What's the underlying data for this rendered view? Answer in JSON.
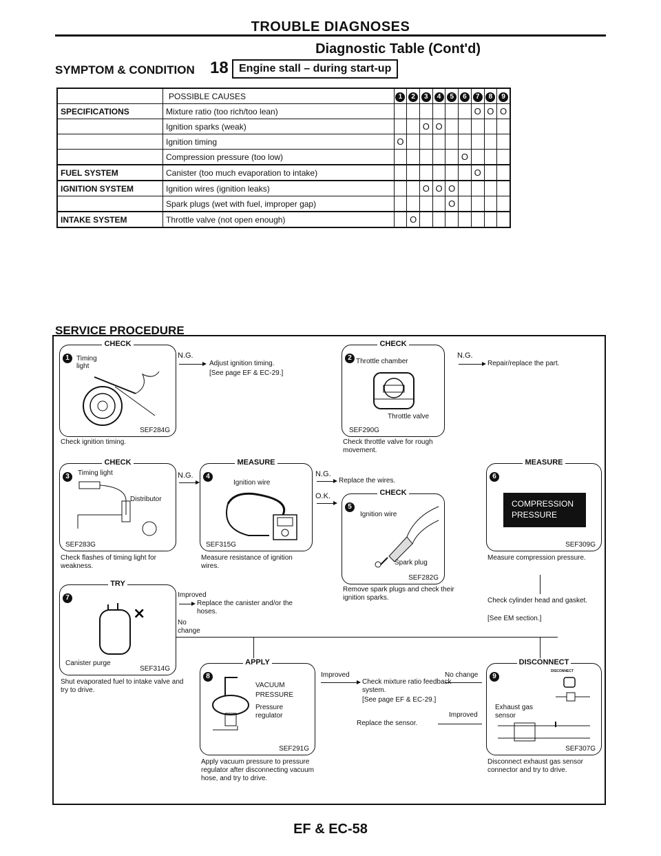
{
  "header": {
    "title": "TROUBLE DIAGNOSES",
    "subtitle": "Diagnostic Table (Cont'd)"
  },
  "symptom": {
    "label": "SYMPTOM & CONDITION",
    "number": "18",
    "name": "Engine stall – during start-up"
  },
  "table": {
    "possible_causes": "POSSIBLE CAUSES",
    "steps": [
      "1",
      "2",
      "3",
      "4",
      "5",
      "6",
      "7",
      "8",
      "9"
    ],
    "rows": [
      {
        "cat": "SPECIFICATIONS",
        "cause": "Mixture ratio (too rich/too lean)",
        "marks": [
          "",
          "",
          "",
          "",
          "",
          "",
          "O",
          "O",
          "O"
        ]
      },
      {
        "cat": "",
        "cause": "Ignition sparks (weak)",
        "marks": [
          "",
          "",
          "O",
          "O",
          "",
          "",
          "",
          "",
          ""
        ]
      },
      {
        "cat": "",
        "cause": "Ignition timing",
        "marks": [
          "O",
          "",
          "",
          "",
          "",
          "",
          "",
          "",
          ""
        ]
      },
      {
        "cat": "",
        "cause": "Compression pressure (too low)",
        "marks": [
          "",
          "",
          "",
          "",
          "",
          "O",
          "",
          "",
          ""
        ]
      },
      {
        "cat": "FUEL SYSTEM",
        "cause": "Canister (too much evaporation to intake)",
        "marks": [
          "",
          "",
          "",
          "",
          "",
          "",
          "O",
          "",
          ""
        ]
      },
      {
        "cat": "IGNITION SYSTEM",
        "cause": "Ignition wires (ignition leaks)",
        "marks": [
          "",
          "",
          "O",
          "O",
          "O",
          "",
          "",
          "",
          ""
        ]
      },
      {
        "cat": "",
        "cause": "Spark plugs (wet with fuel, improper gap)",
        "marks": [
          "",
          "",
          "",
          "",
          "O",
          "",
          "",
          "",
          ""
        ]
      },
      {
        "cat": "INTAKE SYSTEM",
        "cause": "Throttle valve (not open enough)",
        "marks": [
          "",
          "O",
          "",
          "",
          "",
          "",
          "",
          "",
          ""
        ]
      }
    ]
  },
  "service": {
    "title": "SERVICE PROCEDURE",
    "s1": {
      "title": "CHECK",
      "num": "1",
      "label": "Timing light",
      "code": "SEF284G",
      "caption": "Check ignition timing.",
      "ng": "N.G.",
      "action": "Adjust ignition timing.",
      "ref": "[See page EF & EC-29.]"
    },
    "s2": {
      "title": "CHECK",
      "num": "2",
      "label": "Throttle chamber",
      "label2": "Throttle valve",
      "code": "SEF290G",
      "caption": "Check throttle valve for rough movement.",
      "ng": "N.G.",
      "action": "Repair/replace the part."
    },
    "s3": {
      "title": "CHECK",
      "num": "3",
      "label": "Timing light",
      "label2": "Distributor",
      "code": "SEF283G",
      "caption": "Check flashes of timing light for weakness.",
      "ng": "N.G."
    },
    "s4": {
      "title": "MEASURE",
      "num": "4",
      "label": "Ignition wire",
      "code": "SEF315G",
      "caption": "Measure resistance of ignition wires.",
      "ng": "N.G.",
      "action": "Replace the wires.",
      "ok": "O.K."
    },
    "s5": {
      "title": "CHECK",
      "num": "5",
      "label": "Ignition wire",
      "label2": "Spark plug",
      "code": "SEF282G",
      "caption": "Remove spark plugs and check their ignition sparks."
    },
    "s6": {
      "title": "MEASURE",
      "num": "6",
      "screen1": "COMPRESSION",
      "screen2": "PRESSURE",
      "code": "SEF309G",
      "caption": "Measure compression pressure.",
      "next": "Check cylinder head and gasket.",
      "ref": "[See EM section.]"
    },
    "s7": {
      "title": "TRY",
      "num": "7",
      "label": "Canister purge",
      "code": "SEF314G",
      "caption": "Shut evaporated fuel to intake valve and try to drive.",
      "improved": "Improved",
      "action": "Replace the canister and/or the hoses.",
      "nochange": "No change"
    },
    "s8": {
      "title": "APPLY",
      "num": "8",
      "label1": "VACUUM",
      "label2": "PRESSURE",
      "label3": "Pressure regulator",
      "code": "SEF291G",
      "caption": "Apply vacuum pressure to pressure regulator after disconnecting vacuum hose, and try to drive."
    },
    "mid": {
      "improved": "Improved",
      "nochange": "No change",
      "check": "Check mixture ratio feedback system.",
      "ref": "[See page EF & EC-29.]",
      "improved2": "Improved",
      "replace": "Replace the sensor."
    },
    "s9": {
      "title": "DISCONNECT",
      "num": "9",
      "label": "Exhaust gas sensor",
      "tag": "DISCONNECT",
      "code": "SEF307G",
      "caption": "Disconnect exhaust gas sensor connector and try to drive."
    }
  },
  "footer": {
    "page": "EF & EC-58"
  }
}
